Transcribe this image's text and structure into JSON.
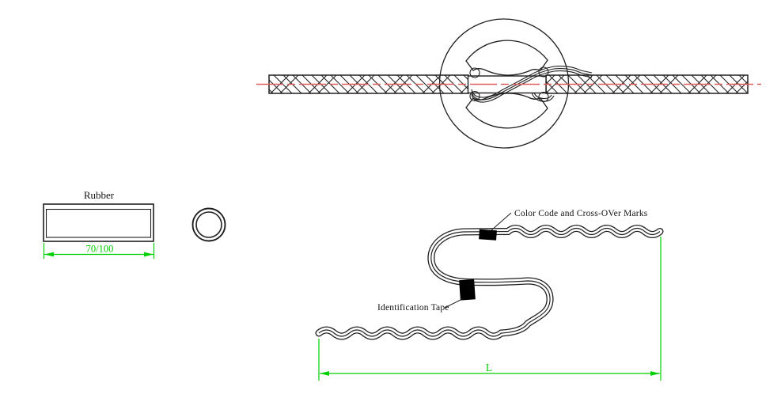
{
  "drawing": {
    "type": "cad-technical-drawing",
    "figures": {
      "detail_view": "conductor crossover detail inside circular clamp",
      "rubber_side_view": "rubber sleeve side view",
      "rubber_end_view": "rubber sleeve end view",
      "tie_rod_view": "preformed tie rod S-shape with length dimension"
    },
    "labels": {
      "rubber": "Rubber",
      "rubber_dimension": "70/100",
      "color_code": "Color Code and Cross-OVer Marks",
      "identification_tape": "Identification Tape",
      "length": "L"
    },
    "colors": {
      "line": "#1f1f1f",
      "dimension": "#00cf00",
      "centerline": "#dd5f5f",
      "tape": "#000000",
      "background": "#ffffff"
    }
  }
}
